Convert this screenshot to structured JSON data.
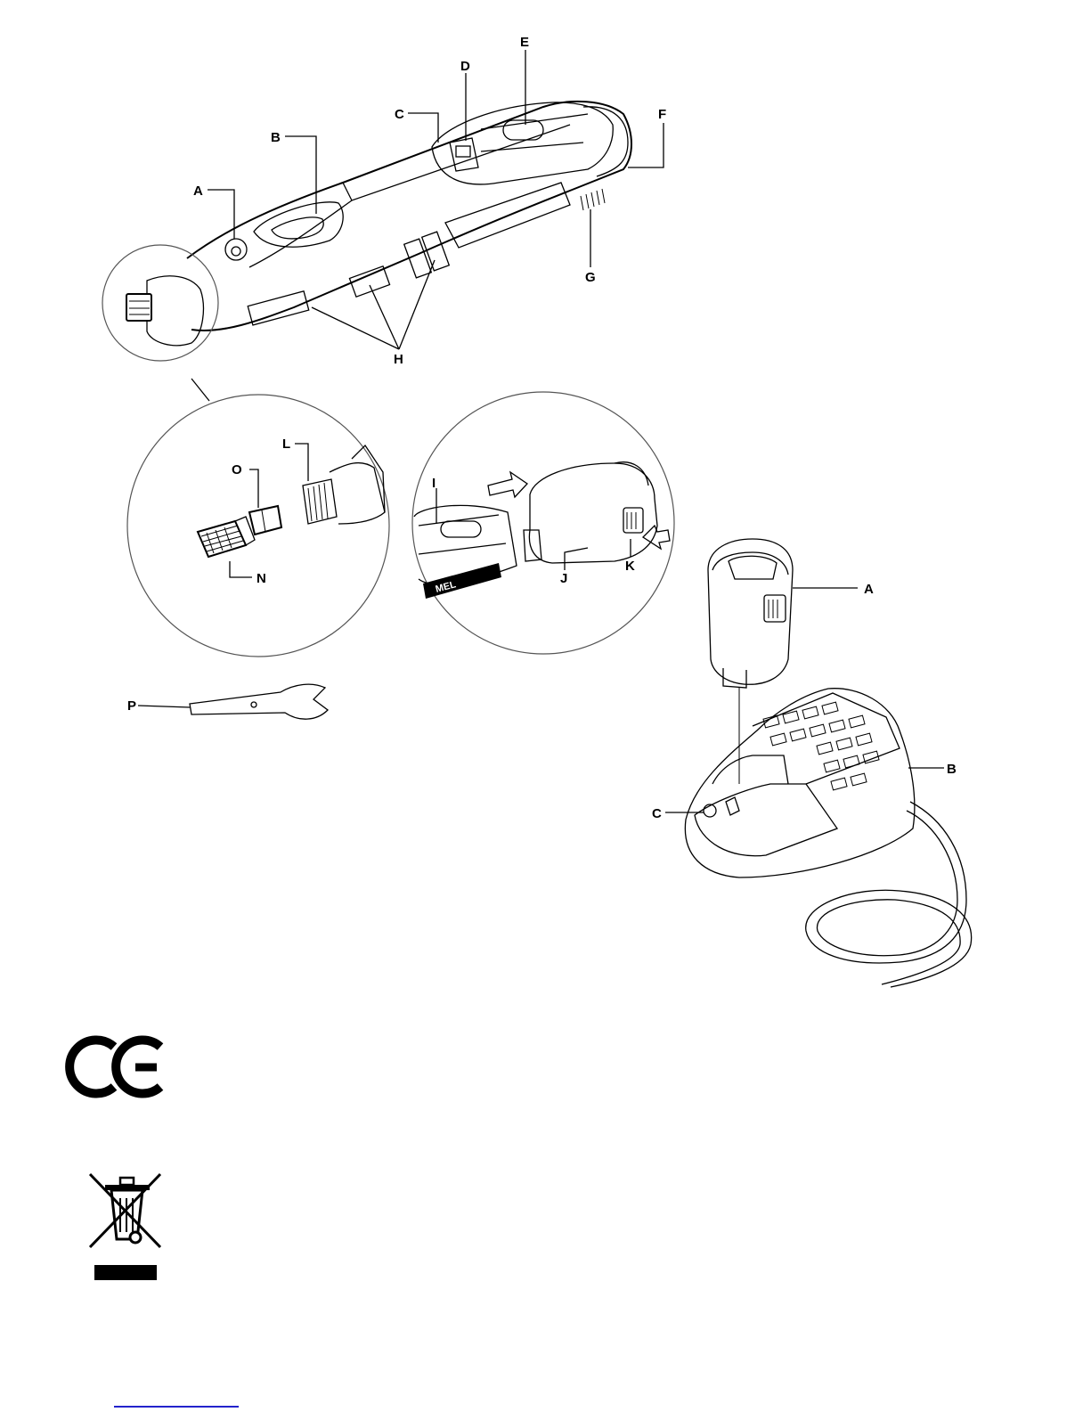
{
  "tool_labels": {
    "A": "A",
    "B": "B",
    "C": "C",
    "D": "D",
    "E": "E",
    "F": "F",
    "G": "G",
    "H": "H",
    "I": "I",
    "J": "J",
    "K": "K",
    "L": "L",
    "N": "N",
    "O": "O",
    "P": "P"
  },
  "charger_labels": {
    "A": "A",
    "B": "B",
    "C": "C"
  },
  "tool_brand_fragment": "MEL",
  "symbols": [
    "ce-mark",
    "weee-crossed-bin"
  ]
}
